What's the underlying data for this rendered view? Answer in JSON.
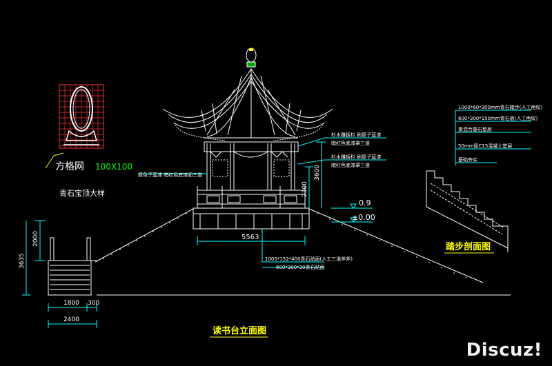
{
  "drawing": {
    "main_title": "读书台立面图",
    "detail_title": "青石宝顶大样",
    "grid_label": "方格网",
    "grid_size": "100X100",
    "section_title": "踏步剖面图",
    "watermark": "Discuz!"
  },
  "dimensions": {
    "total_width": "5563",
    "height_upper": "3600",
    "height_lower": "2300",
    "level_top": "0.9",
    "level_zero": "±0.00",
    "stair_height": "2000",
    "left_height": "3635",
    "stair_run": "1800",
    "stair_gap": "300",
    "stair_total": "2400"
  },
  "notes_left": [
    "原色子蓝漆  暗红色底漆面三道"
  ],
  "notes_right": [
    "杉木雕板栏  刷原子蓝漆",
    "暗红色底漆罩三道",
    "杉木雕板栏  刷原子蓝漆",
    "暗红色底漆罩三道"
  ],
  "notes_base": [
    "1000*152*400青石贴面(人工三道斧斧)",
    "600*300*30青石贴面"
  ],
  "section_notes": [
    "1000*60*300mm青石踏步(人工凿纹)",
    "600*300*150mm青石板(人工凿纹)",
    "素混合基石垫层",
    "50mm厚C15混凝土垫层",
    "基础夯实"
  ],
  "colors": {
    "background": "#000000",
    "line": "#ffffff",
    "dim": "#00ffff",
    "title": "#ffff00",
    "grid": "#ff3030",
    "accent": "#00ff00"
  }
}
